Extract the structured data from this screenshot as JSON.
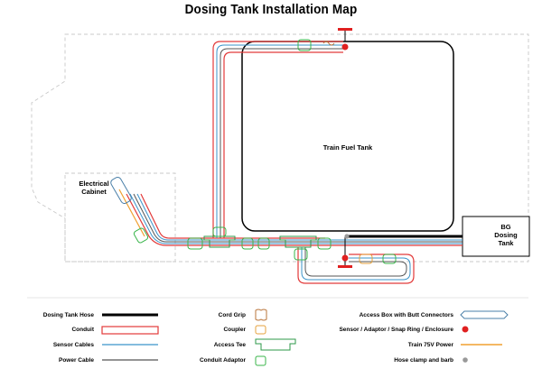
{
  "title": "Dosing Tank Installation Map",
  "labels": {
    "fuel_tank": "Train Fuel Tank",
    "cabinet_line1": "Electrical",
    "cabinet_line2": "Cabinet",
    "dosing_line1": "BG",
    "dosing_line2": "Dosing",
    "dosing_line3": "Tank"
  },
  "legend": {
    "col1": [
      {
        "label": "Dosing Tank Hose",
        "symbol": "dosing-hose",
        "color": "#000000"
      },
      {
        "label": "Conduit",
        "symbol": "conduit",
        "color": "#e23a3a"
      },
      {
        "label": "Sensor Cables",
        "symbol": "sensor-cables",
        "color": "#3a93c9"
      },
      {
        "label": "Power Cable",
        "symbol": "power-cable",
        "color": "#555555"
      }
    ],
    "col2": [
      {
        "label": "Cord Grip",
        "symbol": "cord-grip",
        "color": "#b8743a"
      },
      {
        "label": "Coupler",
        "symbol": "coupler",
        "color": "#e6a23c"
      },
      {
        "label": "Access Tee",
        "symbol": "access-tee",
        "color": "#2e9a4a"
      },
      {
        "label": "Conduit Adaptor",
        "symbol": "conduit-adaptor",
        "color": "#39b54a"
      }
    ],
    "col3": [
      {
        "label": "Access Box with Butt Connectors",
        "symbol": "access-box",
        "color": "#4a7fa8"
      },
      {
        "label": "Sensor / Adaptor / Snap Ring / Enclosure",
        "symbol": "sensor-dot",
        "color": "#e02020"
      },
      {
        "label": "Train 75V Power",
        "symbol": "train-power",
        "color": "#f0a030"
      },
      {
        "label": "Hose clamp and barb",
        "symbol": "hose-clamp",
        "color": "#999999"
      }
    ]
  }
}
